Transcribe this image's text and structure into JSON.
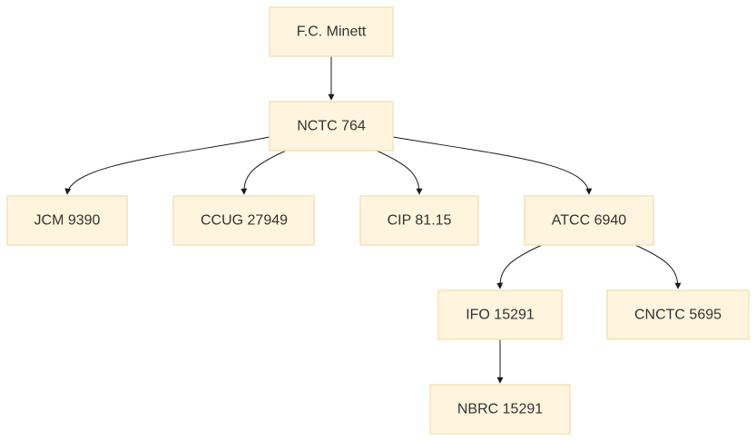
{
  "nodes": {
    "fc_minett": "F.C. Minett",
    "nctc_764": "NCTC 764",
    "jcm_9390": "JCM 9390",
    "ccug_27949": "CCUG 27949",
    "cip_81_15": "CIP 81.15",
    "atcc_6940": "ATCC 6940",
    "ifo_15291": "IFO 15291",
    "cnctc_5695": "CNCTC 5695",
    "nbrc_15291": "NBRC 15291"
  },
  "colors": {
    "node_fill": "#fff4dd",
    "node_border": "#f3e2b8",
    "edge": "#1a1a1a",
    "text": "#333333"
  }
}
